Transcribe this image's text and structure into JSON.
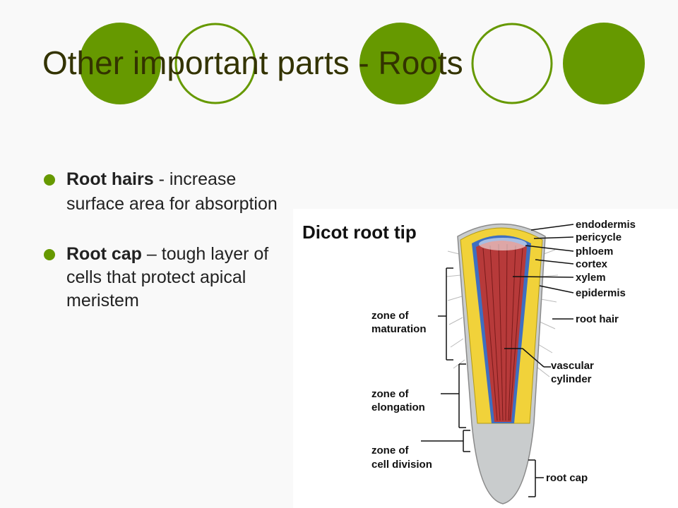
{
  "slide": {
    "title": "Other important parts - Roots",
    "accent_color": "#669900",
    "bullets": [
      {
        "term": "Root hairs",
        "sep": " - ",
        "line1_rest": "increase",
        "line2": "surface area for absorption"
      },
      {
        "term": "Root cap",
        "sep": " – ",
        "line1_rest": "tough layer of cells that protect apical meristem"
      }
    ]
  },
  "diagram": {
    "title": "Dicot root tip",
    "labels": {
      "endodermis": "endodermis",
      "pericycle": "pericycle",
      "phloem": "phloem",
      "cortex": "cortex",
      "xylem": "xylem",
      "epidermis": "epidermis",
      "root_hair": "root hair",
      "vascular_1": "vascular",
      "vascular_2": "cylinder",
      "root_cap": "root cap",
      "maturation_1": "zone of",
      "maturation_2": "maturation",
      "elongation_1": "zone of",
      "elongation_2": "elongation",
      "division_1": "zone of",
      "division_2": "cell division"
    }
  }
}
